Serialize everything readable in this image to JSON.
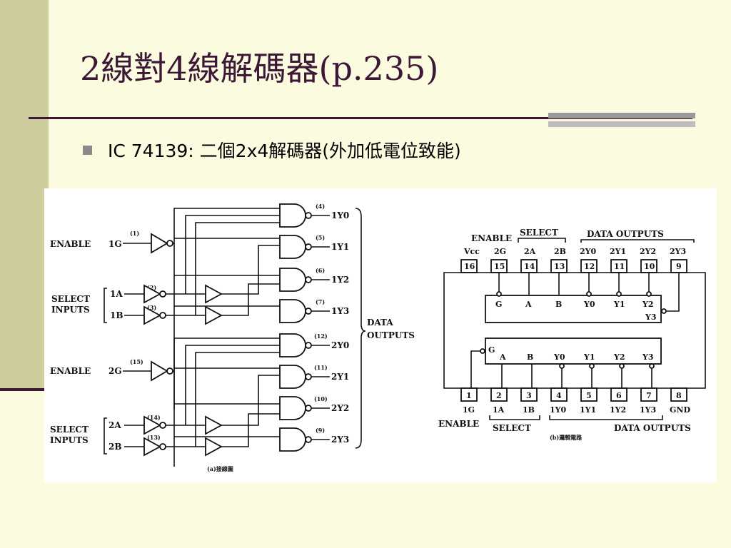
{
  "slide": {
    "title": "2線對4線解碼器(p.235)",
    "bullet": "IC 74139: 二個2x4解碼器(外加低電位致能)"
  },
  "logic_diagram": {
    "caption": "(a)接線圖",
    "enable_label": "ENABLE",
    "select_label_1": "SELECT",
    "select_label_2": "INPUTS",
    "data_outputs_1": "DATA",
    "data_outputs_2": "OUTPUTS",
    "inputs": [
      {
        "name": "1G",
        "pin": "(1)"
      },
      {
        "name": "1A",
        "pin": "(2)"
      },
      {
        "name": "1B",
        "pin": "(3)"
      },
      {
        "name": "2G",
        "pin": "(15)"
      },
      {
        "name": "2A",
        "pin": "(14)"
      },
      {
        "name": "2B",
        "pin": "(13)"
      }
    ],
    "outputs": [
      {
        "name": "1Y0",
        "pin": "(4)"
      },
      {
        "name": "1Y1",
        "pin": "(5)"
      },
      {
        "name": "1Y2",
        "pin": "(6)"
      },
      {
        "name": "1Y3",
        "pin": "(7)"
      },
      {
        "name": "2Y0",
        "pin": "(12)"
      },
      {
        "name": "2Y1",
        "pin": "(11)"
      },
      {
        "name": "2Y2",
        "pin": "(10)"
      },
      {
        "name": "2Y3",
        "pin": "(9)"
      }
    ]
  },
  "pinout_diagram": {
    "caption": "(b)邏輯電路",
    "top_labels": {
      "enable": "ENABLE",
      "select": "SELECT",
      "data_outputs": "DATA OUTPUTS"
    },
    "top_pin_names": [
      "Vcc",
      "2G",
      "2A",
      "2B",
      "2Y0",
      "2Y1",
      "2Y2",
      "2Y3"
    ],
    "top_pin_numbers": [
      "16",
      "15",
      "14",
      "13",
      "12",
      "11",
      "10",
      "9"
    ],
    "bottom_pin_numbers": [
      "1",
      "2",
      "3",
      "4",
      "5",
      "6",
      "7",
      "8"
    ],
    "bottom_pin_names": [
      "1G",
      "1A",
      "1B",
      "1Y0",
      "1Y1",
      "1Y2",
      "1Y3",
      "GND"
    ],
    "bottom_labels": {
      "enable": "ENABLE",
      "select": "SELECT",
      "data_outputs": "DATA OUTPUTS"
    },
    "upper_block": [
      "G",
      "A",
      "B",
      "Y0",
      "Y1",
      "Y2",
      "Y3"
    ],
    "lower_block": [
      "G",
      "A",
      "B",
      "Y0",
      "Y1",
      "Y2",
      "Y3"
    ]
  }
}
